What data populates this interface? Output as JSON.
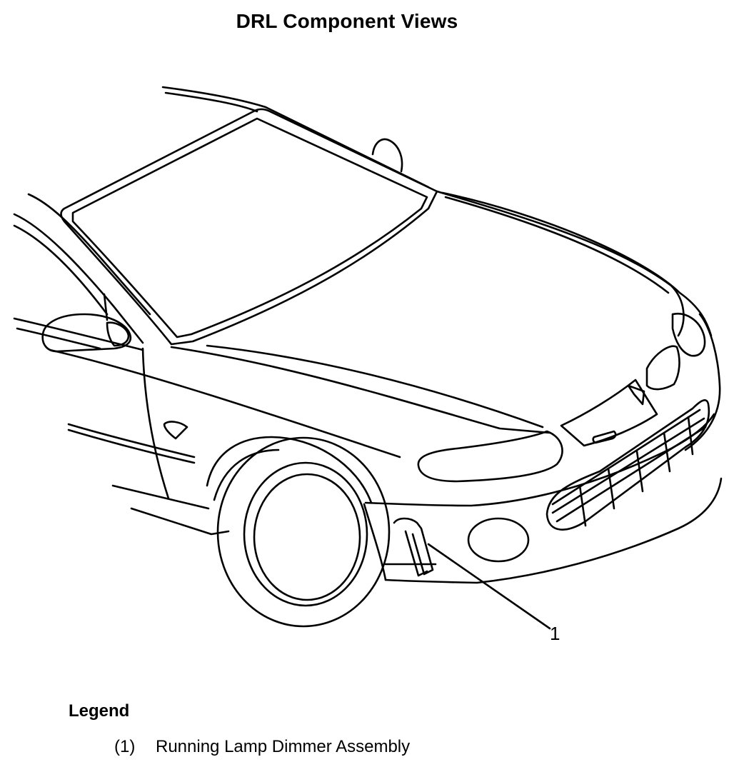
{
  "title": "DRL Component Views",
  "callouts": [
    {
      "label": "1"
    }
  ],
  "legend": {
    "heading": "Legend",
    "items": [
      {
        "number": "(1)",
        "text": "Running Lamp Dimmer Assembly"
      }
    ]
  }
}
